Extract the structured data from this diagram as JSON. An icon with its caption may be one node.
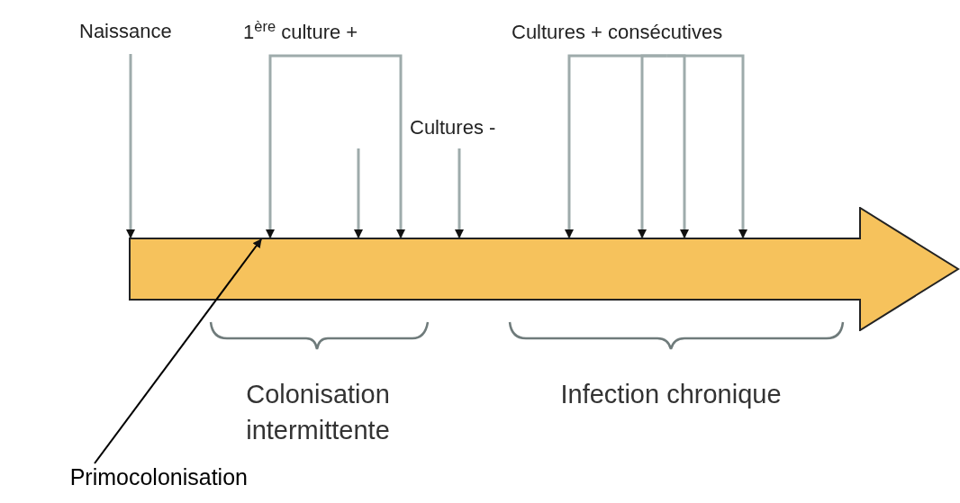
{
  "diagram": {
    "nodes": [
      {
        "text": [
          "Naissance"
        ]
      },
      {
        "text": [
          "1$^{ère}$ culture +"
        ]
      },
      {
        "text": [
          "Cultures -"
        ]
      },
      {
        "text": [
          "Cultures + consécutives"
        ]
      },
      {
        "text": [],
        "shape": "arrow"
      },
      {
        "text": [
          "Primocolonisation"
        ]
      }
    ],
    "edges": [
      {
        "from": 0,
        "to": 4,
        "arrow": "to"
      },
      {
        "from": 1,
        "to": 4,
        "arrow": "to"
      },
      {
        "from": 1,
        "to": 4,
        "arrow": "to"
      },
      {
        "from": null,
        "to": 4,
        "arrow": "to"
      },
      {
        "from": 2,
        "to": 4,
        "arrow": "to"
      },
      {
        "from": 3,
        "to": 4,
        "arrow": "to"
      },
      {
        "from": 3,
        "to": 4,
        "arrow": "to"
      },
      {
        "from": 3,
        "to": 4,
        "arrow": "to"
      },
      {
        "from": 3,
        "to": 4,
        "arrow": "to"
      },
      {
        "from": 5,
        "to": 4,
        "arrow": "to",
        "color": "#000000"
      }
    ],
    "labels": [
      "Colonisation intermittente",
      "Infection chronique"
    ]
  }
}
